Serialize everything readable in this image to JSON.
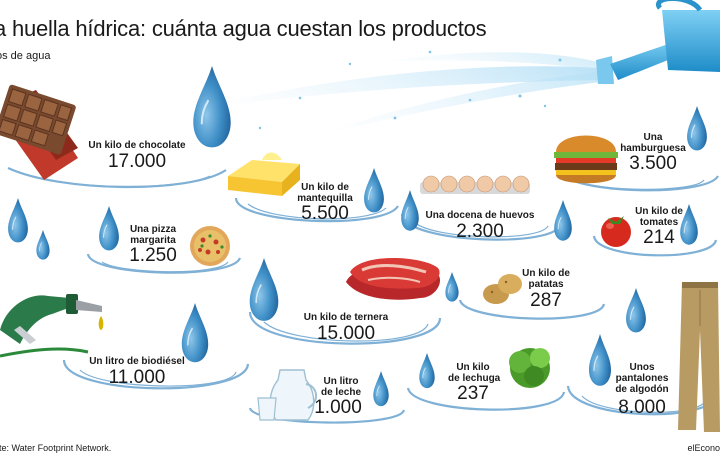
{
  "title": "a huella hídrica: cuánta agua cuestan los productos",
  "subtitle": "os de agua",
  "source": "nte: Water Footprint Network.",
  "brand": "elEcono",
  "items": [
    {
      "id": "chocolate",
      "label": "Un kilo de chocolate",
      "value": "17.000"
    },
    {
      "id": "mantequilla",
      "label": "Un kilo de\nmantequilla",
      "value": "5.500"
    },
    {
      "id": "huevos",
      "label": "Una docena de huevos",
      "value": "2.300"
    },
    {
      "id": "hamburguesa",
      "label": "Una\nhamburguesa",
      "value": "3.500"
    },
    {
      "id": "pizza",
      "label": "Una pizza\nmargarita",
      "value": "1.250"
    },
    {
      "id": "tomates",
      "label": "Un kilo de\ntomates",
      "value": "214"
    },
    {
      "id": "patatas",
      "label": "Un kilo de\npatatas",
      "value": "287"
    },
    {
      "id": "ternera",
      "label": "Un kilo de ternera",
      "value": "15.000"
    },
    {
      "id": "biodiesel",
      "label": "Un litro de biodiésel",
      "value": "11.000"
    },
    {
      "id": "leche",
      "label": "Un litro\nde leche",
      "value": "1.000"
    },
    {
      "id": "lechuga",
      "label": "Un kilo\nde lechuga",
      "value": "237"
    },
    {
      "id": "pantalones",
      "label": "Unos\npantalones\nde algodón",
      "value": "8.000"
    }
  ],
  "colors": {
    "drop": "#3f8fc7",
    "ripple": "#7fb0d6",
    "accent": "#3aa0d8"
  }
}
